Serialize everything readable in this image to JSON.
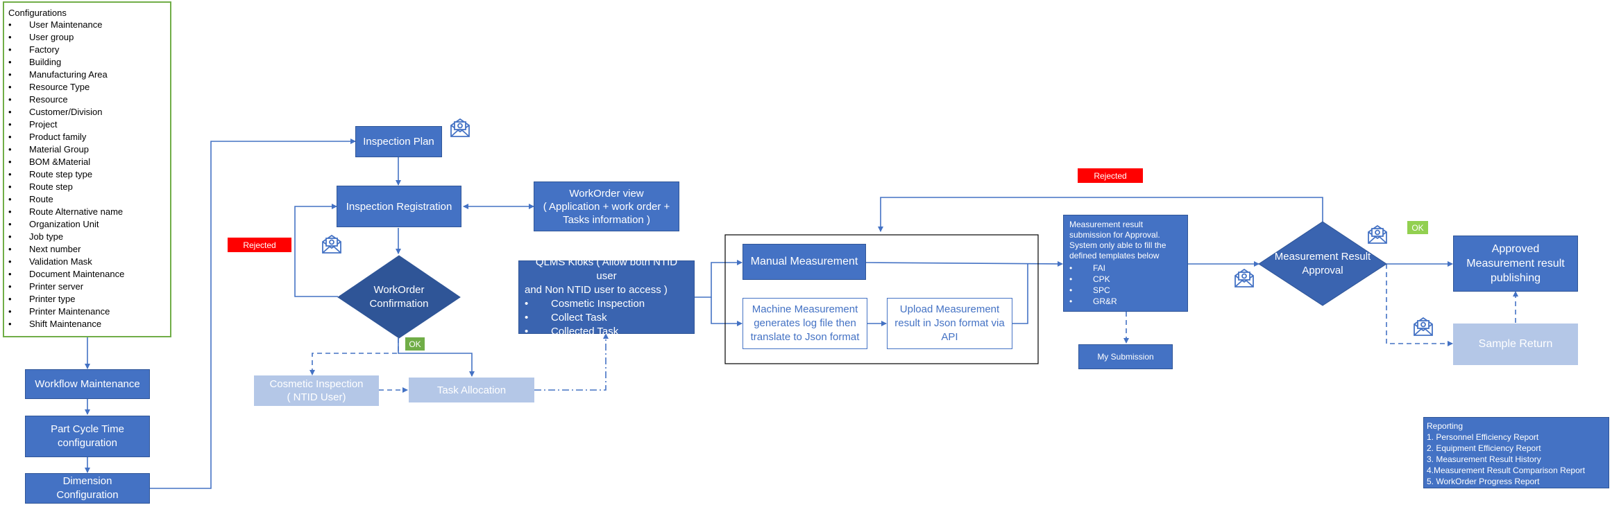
{
  "configurations": {
    "title": "Configurations",
    "items": [
      "User Maintenance",
      "User group",
      "Factory",
      "Building",
      "Manufacturing Area",
      "Resource Type",
      "Resource",
      "Customer/Division",
      "Project",
      "Product family",
      "Material Group",
      "BOM &Material",
      "Route step type",
      "Route step",
      "Route",
      "Route Alternative name",
      "Organization Unit",
      "Job type",
      "Next number",
      "Validation Mask",
      "Document Maintenance",
      "Printer server",
      "Printer type",
      "Printer Maintenance",
      "Shift Maintenance"
    ]
  },
  "nodes": {
    "workflow": "Workflow Maintenance",
    "part_cycle": "Part Cycle Time configuration",
    "dimension": "Dimension Configuration",
    "inspection_plan": "Inspection Plan",
    "inspection_registration": "Inspection Registration",
    "workorder_view_1": "WorkOrder view",
    "workorder_view_2": "( Application + work order +",
    "workorder_view_3": "Tasks information )",
    "workorder_confirmation_1": "WorkOrder",
    "workorder_confirmation_2": "Confirmation",
    "cosmetic_1": "Cosmetic Inspection",
    "cosmetic_2": "( NTID User)",
    "task_allocation": "Task Allocation",
    "kiosk_1": "QLMS Kioks ( Allow both NTID user",
    "kiosk_2": "and Non NTID user to access )",
    "kiosk_items": [
      "Cosmetic Inspection",
      "Collect Task",
      "Collected Task"
    ],
    "manual": "Manual Measurement",
    "machine": "Machine Measurement generates log file then translate to Json format",
    "upload": "Upload Measurement result in Json format via API",
    "submission_text": "Measurement result submission for Approval. System only able to fill the defined templates below",
    "submission_items": [
      "FAI",
      "CPK",
      "SPC",
      "GR&R"
    ],
    "my_submission": "My Submission",
    "result_approval_1": "Measurement Result",
    "result_approval_2": "Approval",
    "approved_publishing": "Approved Measurement result publishing",
    "sample_return": "Sample Return"
  },
  "tags": {
    "rejected_left": "Rejected",
    "rejected_top": "Rejected",
    "ok_left": "OK",
    "ok_right": "OK"
  },
  "reporting": {
    "title": "Reporting",
    "items": [
      "1. Personnel Efficiency Report",
      "2. Equipment Efficiency Report",
      "3. Measurement Result History",
      "4.Measurement Result Comparison Report",
      "5. WorkOrder Progress Report"
    ]
  },
  "colors": {
    "box_blue": "#4472c4",
    "box_pale": "#b4c7e7",
    "rejected_red": "#ff0000",
    "ok_green": "#70ad47",
    "config_border": "#70ad47"
  }
}
